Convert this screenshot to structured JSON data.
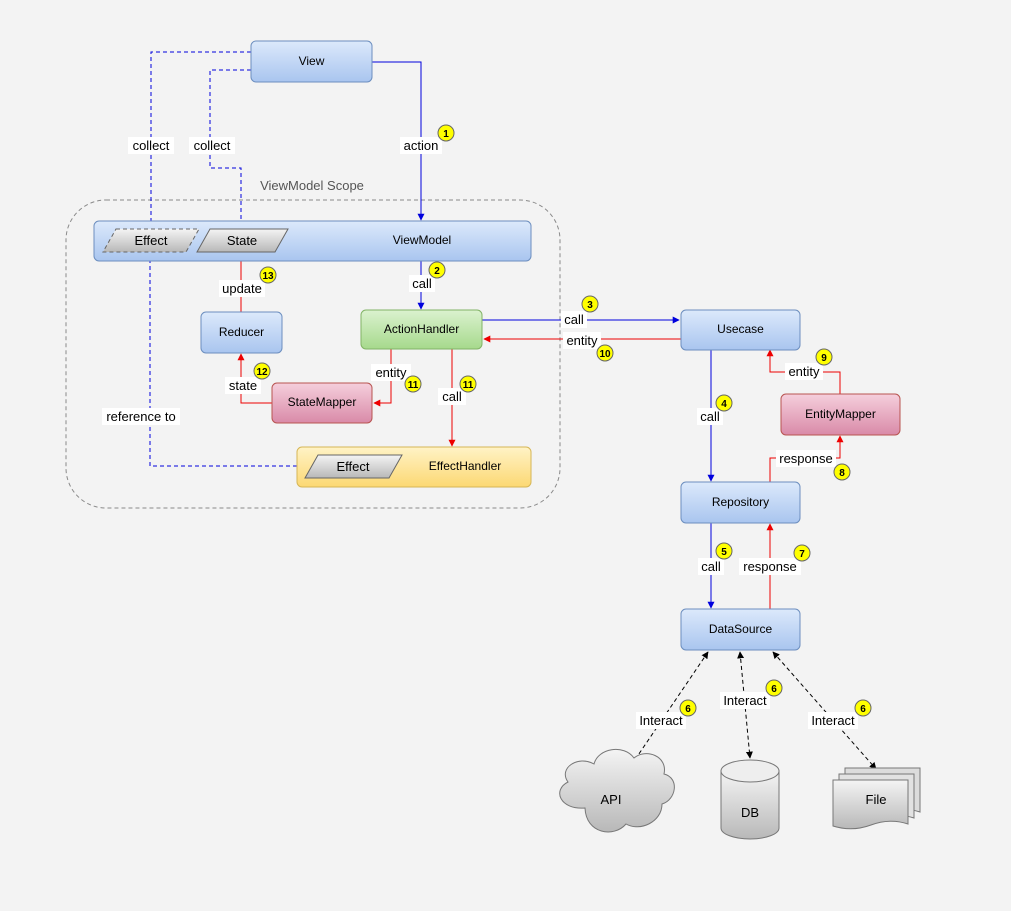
{
  "scope": {
    "label": "ViewModel Scope"
  },
  "nodes": {
    "view": "View",
    "viewmodel": "ViewModel",
    "effect_top": "Effect",
    "state_top": "State",
    "reducer": "Reducer",
    "action_handler": "ActionHandler",
    "state_mapper": "StateMapper",
    "effect_bottom": "Effect",
    "effect_handler": "EffectHandler",
    "usecase": "Usecase",
    "entity_mapper": "EntityMapper",
    "repository": "Repository",
    "datasource": "DataSource",
    "api": "API",
    "db": "DB",
    "file": "File"
  },
  "edge_labels": {
    "collect_effect": "collect",
    "collect_state": "collect",
    "action": "action",
    "call_vm": "call",
    "update": "update",
    "state": "state",
    "entity_sm": "entity",
    "call_effect": "call",
    "reference_to": "reference to",
    "call_usecase": "call",
    "entity_back": "entity",
    "entity_mapper": "entity",
    "call_repo": "call",
    "response_em": "response",
    "call_ds": "call",
    "response_ds": "response",
    "interact_api": "Interact",
    "interact_db": "Interact",
    "interact_file": "Interact"
  },
  "badges": {
    "action": "1",
    "call_vm": "2",
    "call_usecase": "3",
    "call_repo": "4",
    "call_ds": "5",
    "interact_api": "6",
    "interact_db": "6",
    "interact_file": "6",
    "response_ds": "7",
    "response_em": "8",
    "entity_mapper": "9",
    "entity_back": "10",
    "entity_sm": "11",
    "call_effect": "11",
    "state": "12",
    "update": "13"
  },
  "colors": {
    "call_flow": "#0000dd",
    "return_flow": "#ee0000",
    "dependency": "#000000",
    "badge": "#ffff00",
    "blue_node": "#b7d0f2",
    "green_node": "#b9e3a7",
    "pink_node": "#e7a6bf",
    "yellow_node": "#fde69b",
    "gray_node": "#d0d0d0"
  }
}
